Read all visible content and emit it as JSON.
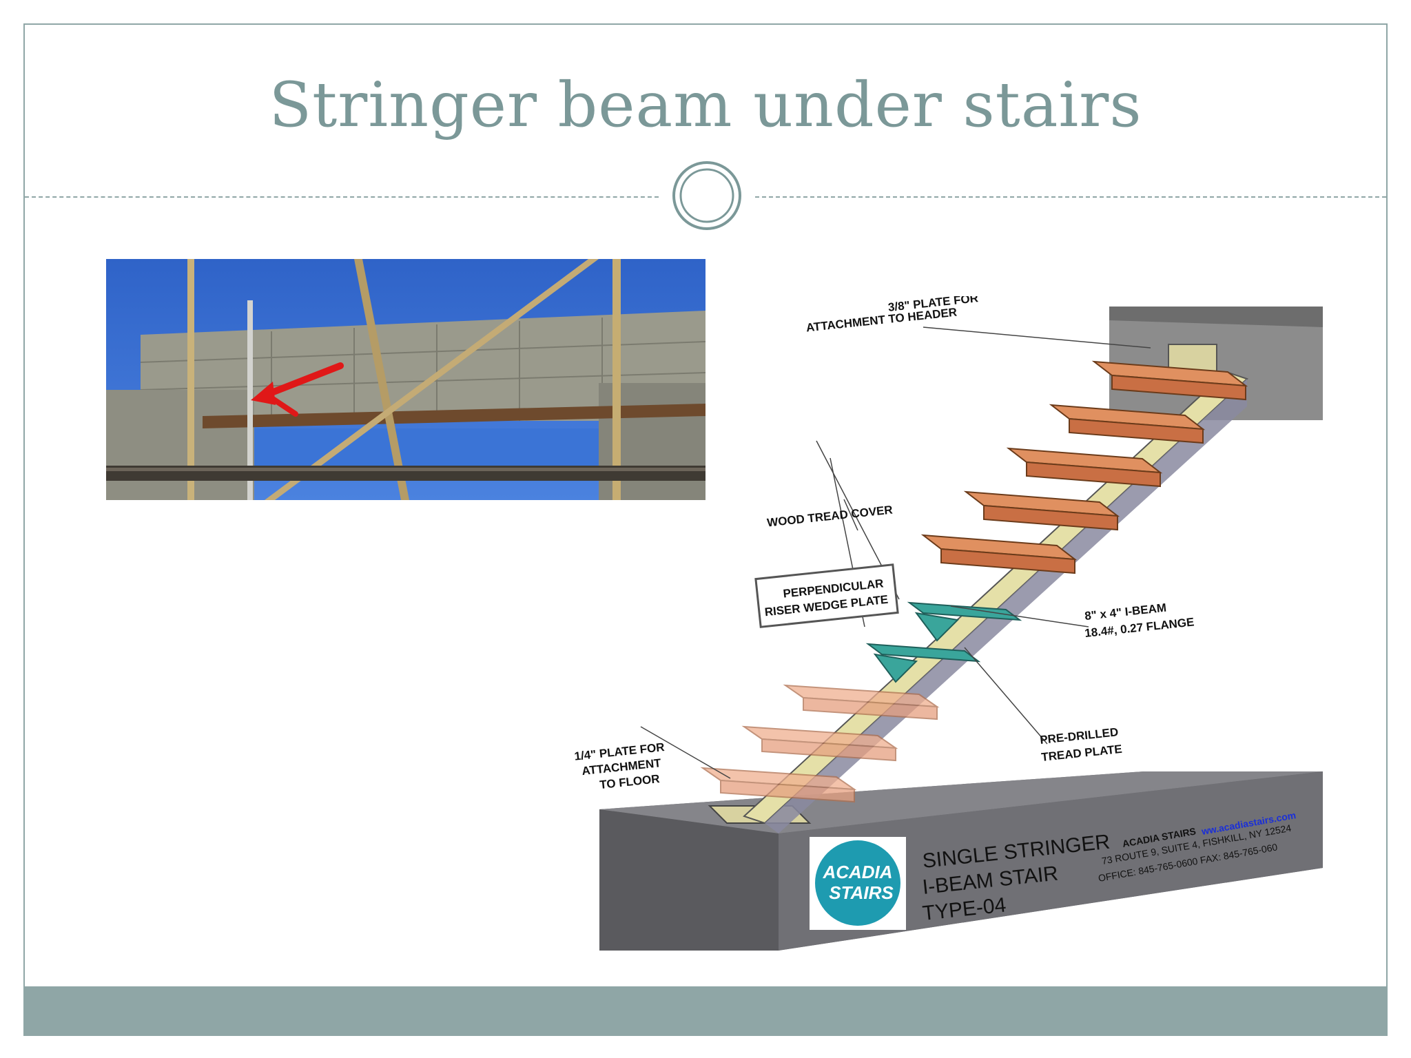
{
  "slide": {
    "title": "Stringer beam under stairs"
  },
  "photo": {
    "icon": "construction-photo"
  },
  "diagram": {
    "labels": {
      "plate_header_line1": "3/8\" PLATE FOR",
      "plate_header_line2": "ATTACHMENT TO HEADER",
      "wood_tread": "WOOD TREAD COVER",
      "perp_line1": "PERPENDICULAR",
      "perp_line2": "RISER WEDGE PLATE",
      "ibeam_line1": "8\" x 4\" I-BEAM",
      "ibeam_line2": "18.4#, 0.27 FLANGE",
      "floor_line1": "1/4\" PLATE FOR",
      "floor_line2": "ATTACHMENT",
      "floor_line3": "TO FLOOR",
      "predrilled_line1": "PRE-DRILLED",
      "predrilled_line2": "TREAD PLATE"
    },
    "block": {
      "line1": "SINGLE STRINGER",
      "line2": "I-BEAM STAIR",
      "line3": "TYPE-04"
    },
    "company": {
      "name": "ACADIA STAIRS",
      "website": "ww.acadiastairs.com",
      "address": "73 ROUTE 9, SUITE 4, FISHKILL, NY 12524",
      "phone": "OFFICE: 845-765-0600 FAX: 845-765-060"
    },
    "logo": {
      "line1": "ACADIA",
      "line2": "STAIRS"
    }
  }
}
